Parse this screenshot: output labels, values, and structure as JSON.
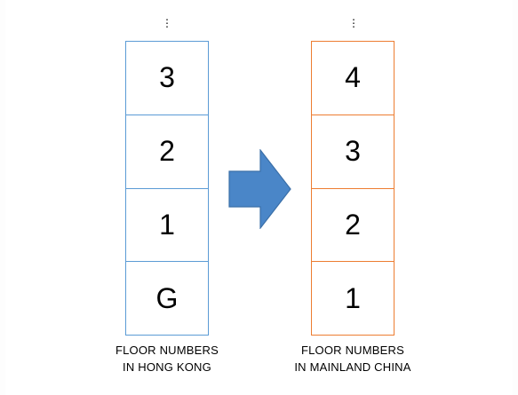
{
  "colors": {
    "left_border": "#5b9bd5",
    "right_border": "#ed7d31",
    "arrow_fill": "#4a86c8",
    "arrow_stroke": "#3a6fa8"
  },
  "hong_kong": {
    "ellipsis": "⋮",
    "floors": [
      "3",
      "2",
      "1",
      "G"
    ],
    "caption_line1": "FLOOR NUMBERS",
    "caption_line2": "IN HONG KONG"
  },
  "mainland_china": {
    "ellipsis": "⋮",
    "floors": [
      "4",
      "3",
      "2",
      "1"
    ],
    "caption_line1": "FLOOR NUMBERS",
    "caption_line2": "IN MAINLAND CHINA"
  },
  "arrow_icon": "right-arrow-icon"
}
